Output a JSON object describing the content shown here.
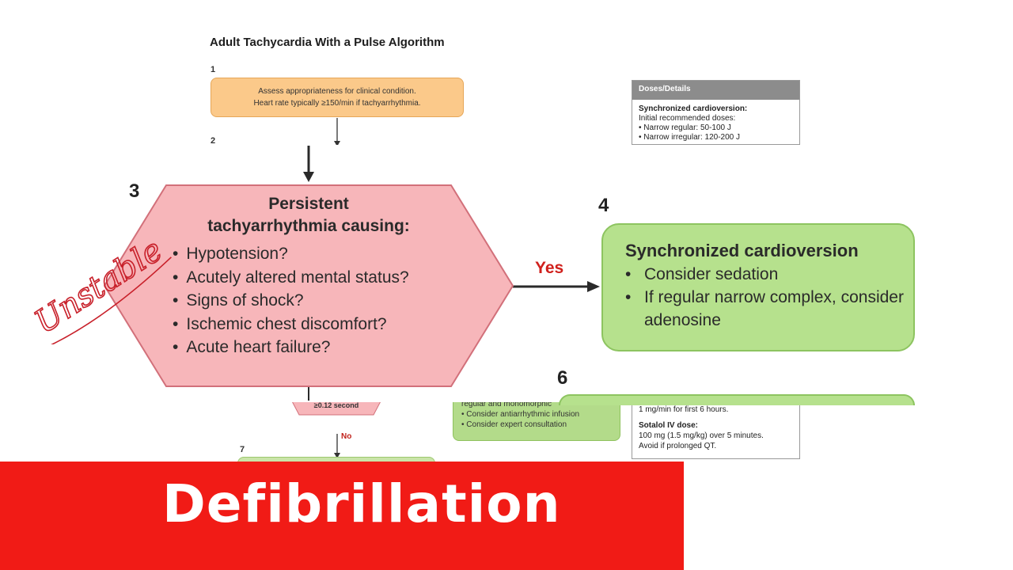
{
  "diagram": {
    "title": "Adult Tachycardia With a Pulse Algorithm",
    "steps": {
      "s1": "1",
      "s2": "2",
      "s3": "3",
      "s4": "4",
      "s6": "6",
      "s7": "7"
    },
    "box1": {
      "line1": "Assess appropriateness for clinical condition.",
      "line2": "Heart rate typically ≥150/min if tachyarrhythmia."
    },
    "doses": {
      "header": "Doses/Details",
      "subtitle": "Synchronized cardioversion:",
      "line1": "Initial recommended doses:",
      "line2": "• Narrow regular: 50-100 J",
      "line3": "• Narrow irregular: 120-200 J"
    },
    "decision3": {
      "title_line1": "Persistent",
      "title_line2": "tachyarrhythmia causing:",
      "items": [
        "Hypotension?",
        "Acutely altered mental status?",
        "Signs of shock?",
        "Ischemic chest discomfort?",
        "Acute heart failure?"
      ]
    },
    "yes_label": "Yes",
    "box4": {
      "title": "Synchronized cardioversion",
      "items": [
        "Consider sedation",
        "If regular narrow complex, consider adenosine"
      ]
    },
    "wide_qrs_label": "≥0.12 second",
    "no_label": "No",
    "box6_small": {
      "line0": "regular and monomorphic",
      "item1": "• Consider antiarrhythmic infusion",
      "item2": "• Consider expert consultation"
    },
    "lower_doses": {
      "line1": "1 mg/min for first 6 hours.",
      "sotalol_title": "Sotalol IV dose:",
      "line2": "100 mg (1.5 mg/kg) over 5 minutes.",
      "line3": "Avoid if prolonged QT."
    },
    "handwriting": "Unstable"
  },
  "banner": {
    "text": "Defibrillation"
  },
  "colors": {
    "hexagon_fill": "#f7b6ba",
    "hexagon_stroke": "#d2707a",
    "green_box": "#b6e18d",
    "orange_box": "#fbc98a",
    "banner_red": "#f11b16",
    "yes_red": "#d0201c"
  }
}
